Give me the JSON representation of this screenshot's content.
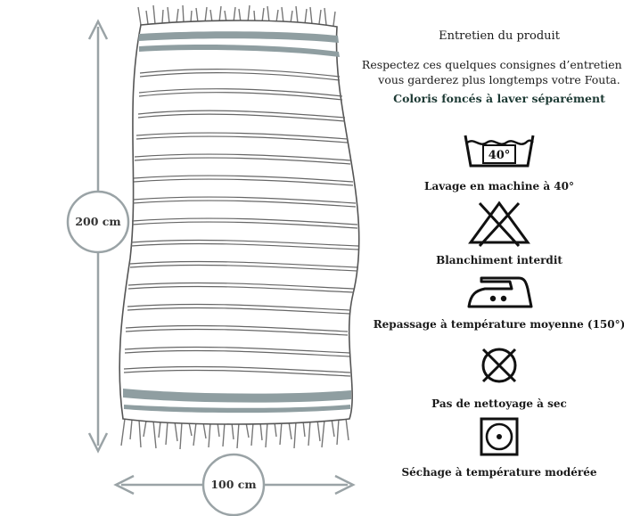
{
  "dimensions": {
    "length_label": "200 cm",
    "width_label": "100 cm"
  },
  "care": {
    "title": "Entretien du produit",
    "intro_line1": "Respectez ces quelques consignes d’entretien et",
    "intro_line2": "vous garderez plus longtemps votre Fouta.",
    "warning": "Coloris foncés à laver séparément",
    "symbols": [
      {
        "icon": "wash-40-icon",
        "value": "40°",
        "label": "Lavage en machine à 40°"
      },
      {
        "icon": "no-bleach-icon",
        "label": "Blanchiment interdit"
      },
      {
        "icon": "iron-medium-icon",
        "label": "Repassage à température moyenne (150°)"
      },
      {
        "icon": "no-dry-clean-icon",
        "label": "Pas de nettoyage à sec"
      },
      {
        "icon": "tumble-dry-moderate-icon",
        "label": "Séchage à température modérée"
      }
    ]
  },
  "colors": {
    "outline": "#555555",
    "stripe_accent": "#8f9ea1",
    "dimension_line": "#9aa3a6",
    "text_dark": "#1a1a1a",
    "warning_text": "#1d3a34"
  }
}
